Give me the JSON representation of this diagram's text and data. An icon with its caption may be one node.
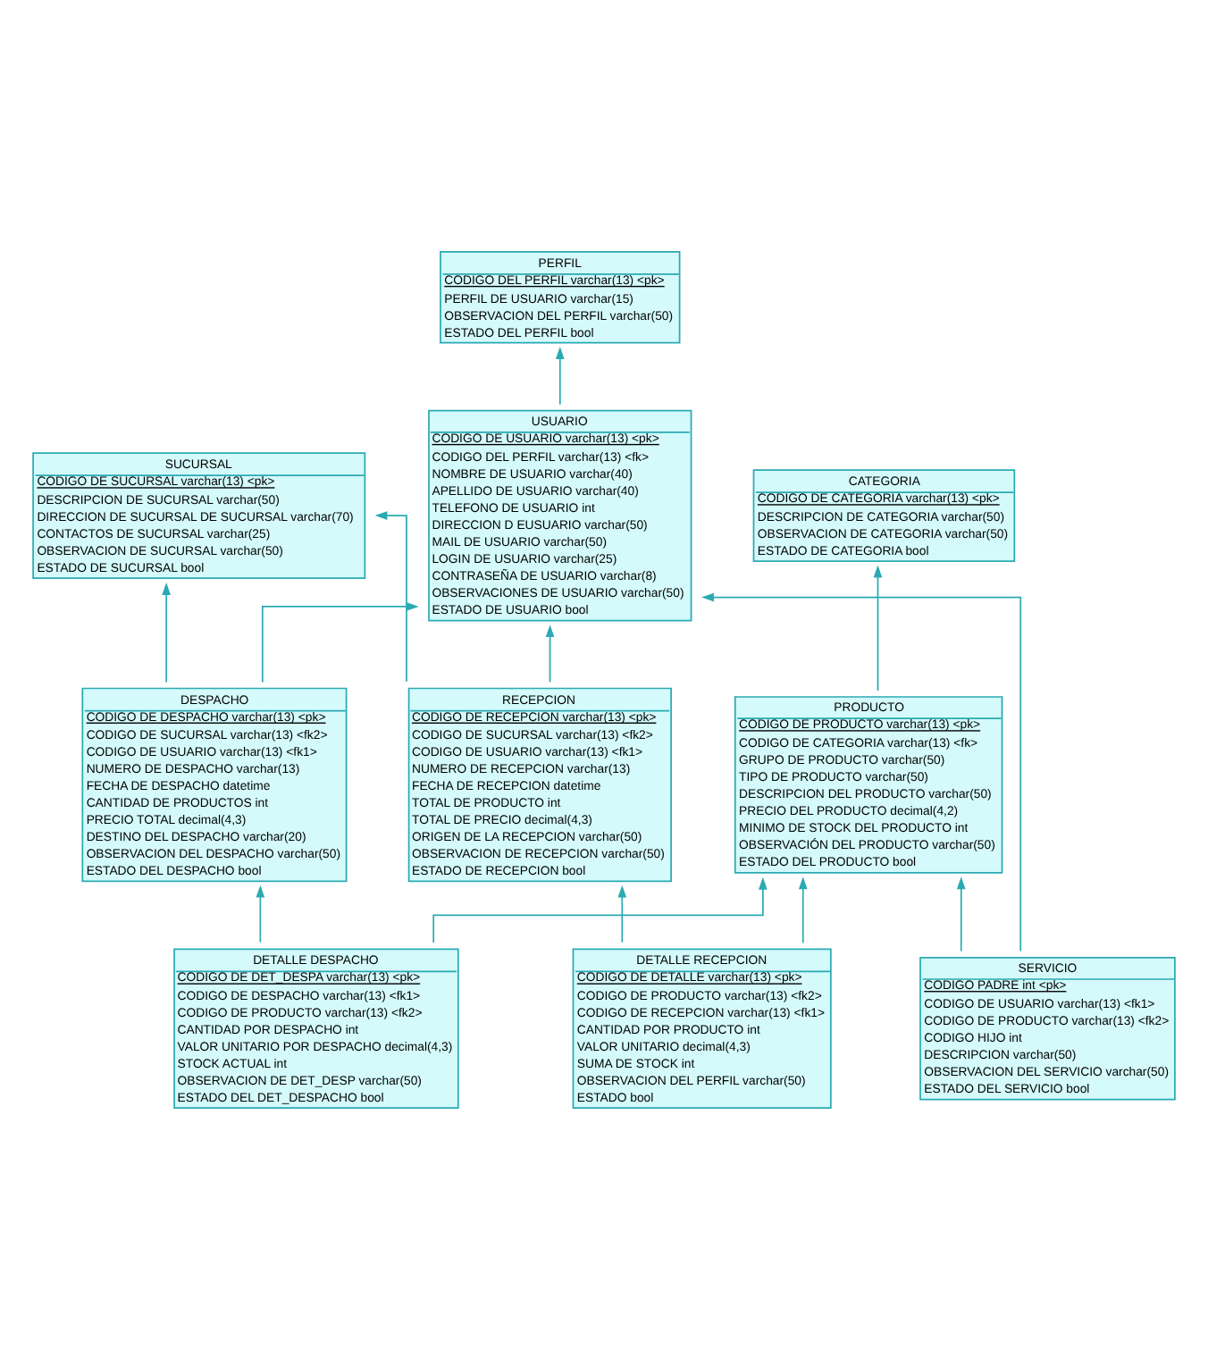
{
  "diagram": {
    "nodes": [
      {
        "text": [
          "USUARIO",
          "CODIGO DE USUARIO varchar(13) <pk>",
          "CODIGO DEL PERFIL varchar(13) <fk>",
          "NOMBRE DE USUARIO varchar(40)",
          "APELLIDO DE USUARIO varchar(40)",
          "TELEFONO DE USUARIO int",
          "DIRECCION D EUSUARIO varchar(50)",
          "MAIL DE USUARIO varchar(50)",
          "LOGIN DE USUARIO varchar(25)",
          "CONTRASEÑA DE USUARIO varchar(8)",
          "OBSERVACIONES DE USUARIO varchar(50)",
          "ESTADO DE USUARIO bool"
        ]
      },
      {
        "text": [
          "SUCURSAL",
          "CODIGO DE SUCURSAL varchar(13) <pk>",
          "DESCRIPCION DE SUCURSAL varchar(50)",
          "DIRECCION DE SUCURSAL DE SUCURSAL varchar(70)",
          "CONTACTOS DE SUCURSAL varchar(25)",
          "OBSERVACION DE SUCURSAL varchar(50)",
          "ESTADO DE SUCURSAL bool"
        ]
      },
      {
        "text": [
          "DESPACHO",
          "CODIGO DE DESPACHO varchar(13) <pk>",
          "CODIGO DE SUCURSAL varchar(13) <fk2>",
          "CODIGO DE USUARIO varchar(13) <fk1>",
          "NUMERO DE DESPACHO varchar(13)",
          "FECHA DE DESPACHO datetime",
          "CANTIDAD DE PRODUCTOS int",
          "PRECIO TOTAL decimal(4,3)",
          "DESTINO DEL DESPACHO varchar(20)",
          "OBSERVACION DEL DESPACHO varchar(50)",
          "ESTADO DEL DESPACHO bool"
        ]
      },
      {
        "text": [
          "RECEPCION",
          "CODIGO DE RECEPCION varchar(13) <pk>",
          "CODIGO DE SUCURSAL varchar(13) <fk2>",
          "CODIGO DE USUARIO varchar(13) <fk1>",
          "NUMERO DE RECEPCION varchar(13)",
          "FECHA DE RECEPCION datetime",
          "TOTAL DE PRODUCTO int",
          "TOTAL DE PRECIO decimal(4,3)",
          "ORIGEN DE LA RECEPCION varchar(50)",
          "OBSERVACION DE RECEPCION varchar(50)",
          "ESTADO DE RECEPCION bool"
        ]
      },
      {
        "text": [
          "PERFIL",
          "CODIGO DEL PERFIL varchar(13) <pk>",
          "PERFIL DE USUARIO varchar(15)",
          "OBSERVACION DEL PERFIL varchar(50)",
          "ESTADO DEL PERFIL bool"
        ]
      },
      {
        "text": [
          "DETALLE RECEPCION",
          "CODIGO DE DETALLE varchar(13) <pk>",
          "CODIGO DE PRODUCTO varchar(13) <fk2>",
          "CODIGO DE RECEPCION varchar(13) <fk1>",
          "CANTIDAD POR PRODUCTO int",
          "VALOR UNITARIO decimal(4,3)",
          "SUMA DE STOCK int",
          "OBSERVACION DEL PERFIL varchar(50)",
          "ESTADO bool"
        ]
      },
      {
        "text": [
          "SERVICIO",
          "CODIGO PADRE int <pk>",
          "CODIGO DE USUARIO varchar(13) <fk1>",
          "CODIGO DE PRODUCTO varchar(13) <fk2>",
          "CODIGO HIJO int",
          "DESCRIPCION varchar(50)",
          "OBSERVACION DEL SERVICIO varchar(50)",
          "ESTADO DEL SERVICIO bool"
        ]
      },
      {
        "text": [
          "DETALLE DESPACHO",
          "CODIGO DE DET_DESPA varchar(13) <pk>",
          "CODIGO DE DESPACHO varchar(13) <fk1>",
          "CODIGO DE PRODUCTO varchar(13) <fk2>",
          "CANTIDAD POR DESPACHO int",
          "VALOR UNITARIO POR DESPACHO decimal(4,3)",
          "STOCK ACTUAL int",
          "OBSERVACION DE DET_DESP varchar(50)",
          "ESTADO DEL DET_DESPACHO bool"
        ]
      },
      {
        "text": [
          "CATEGORIA",
          "CODIGO DE CATEGORIA varchar(13) <pk>",
          "DESCRIPCION DE CATEGORIA varchar(50)",
          "OBSERVACION DE CATEGORIA varchar(50)",
          "ESTADO DE CATEGORIA bool"
        ]
      },
      {
        "text": [
          "PRODUCTO",
          "CODIGO DE PRODUCTO varchar(13) <pk>",
          "CODIGO DE CATEGORIA varchar(13) <fk>",
          "GRUPO DE PRODUCTO varchar(50)",
          "TIPO DE PRODUCTO varchar(50)",
          "DESCRIPCION DEL PRODUCTO varchar(50)",
          "PRECIO DEL PRODUCTO decimal(4,2)",
          "MINIMO DE STOCK DEL PRODUCTO int",
          "OBSERVACIÓN DEL PRODUCTO varchar(50)",
          "ESTADO DEL PRODUCTO bool"
        ]
      }
    ],
    "edges": [
      {
        "from": 2,
        "to": 0,
        "arrow": "to"
      },
      {
        "from": 3,
        "to": 0,
        "arrow": "to"
      },
      {
        "from": 2,
        "to": 1,
        "arrow": "to"
      },
      {
        "from": 3,
        "to": 1,
        "arrow": "to"
      },
      {
        "from": 0,
        "to": 4,
        "arrow": "to"
      },
      {
        "from": 6,
        "to": 0,
        "arrow": "to"
      },
      {
        "from": 5,
        "to": 3,
        "arrow": "to"
      },
      {
        "from": 5,
        "to": 9,
        "arrow": "to"
      },
      {
        "from": 7,
        "to": 2,
        "arrow": "to"
      },
      {
        "from": 7,
        "to": 9,
        "arrow": "to"
      },
      {
        "from": 6,
        "to": 9,
        "arrow": "to"
      },
      {
        "from": 9,
        "to": 8,
        "arrow": "to"
      }
    ]
  }
}
